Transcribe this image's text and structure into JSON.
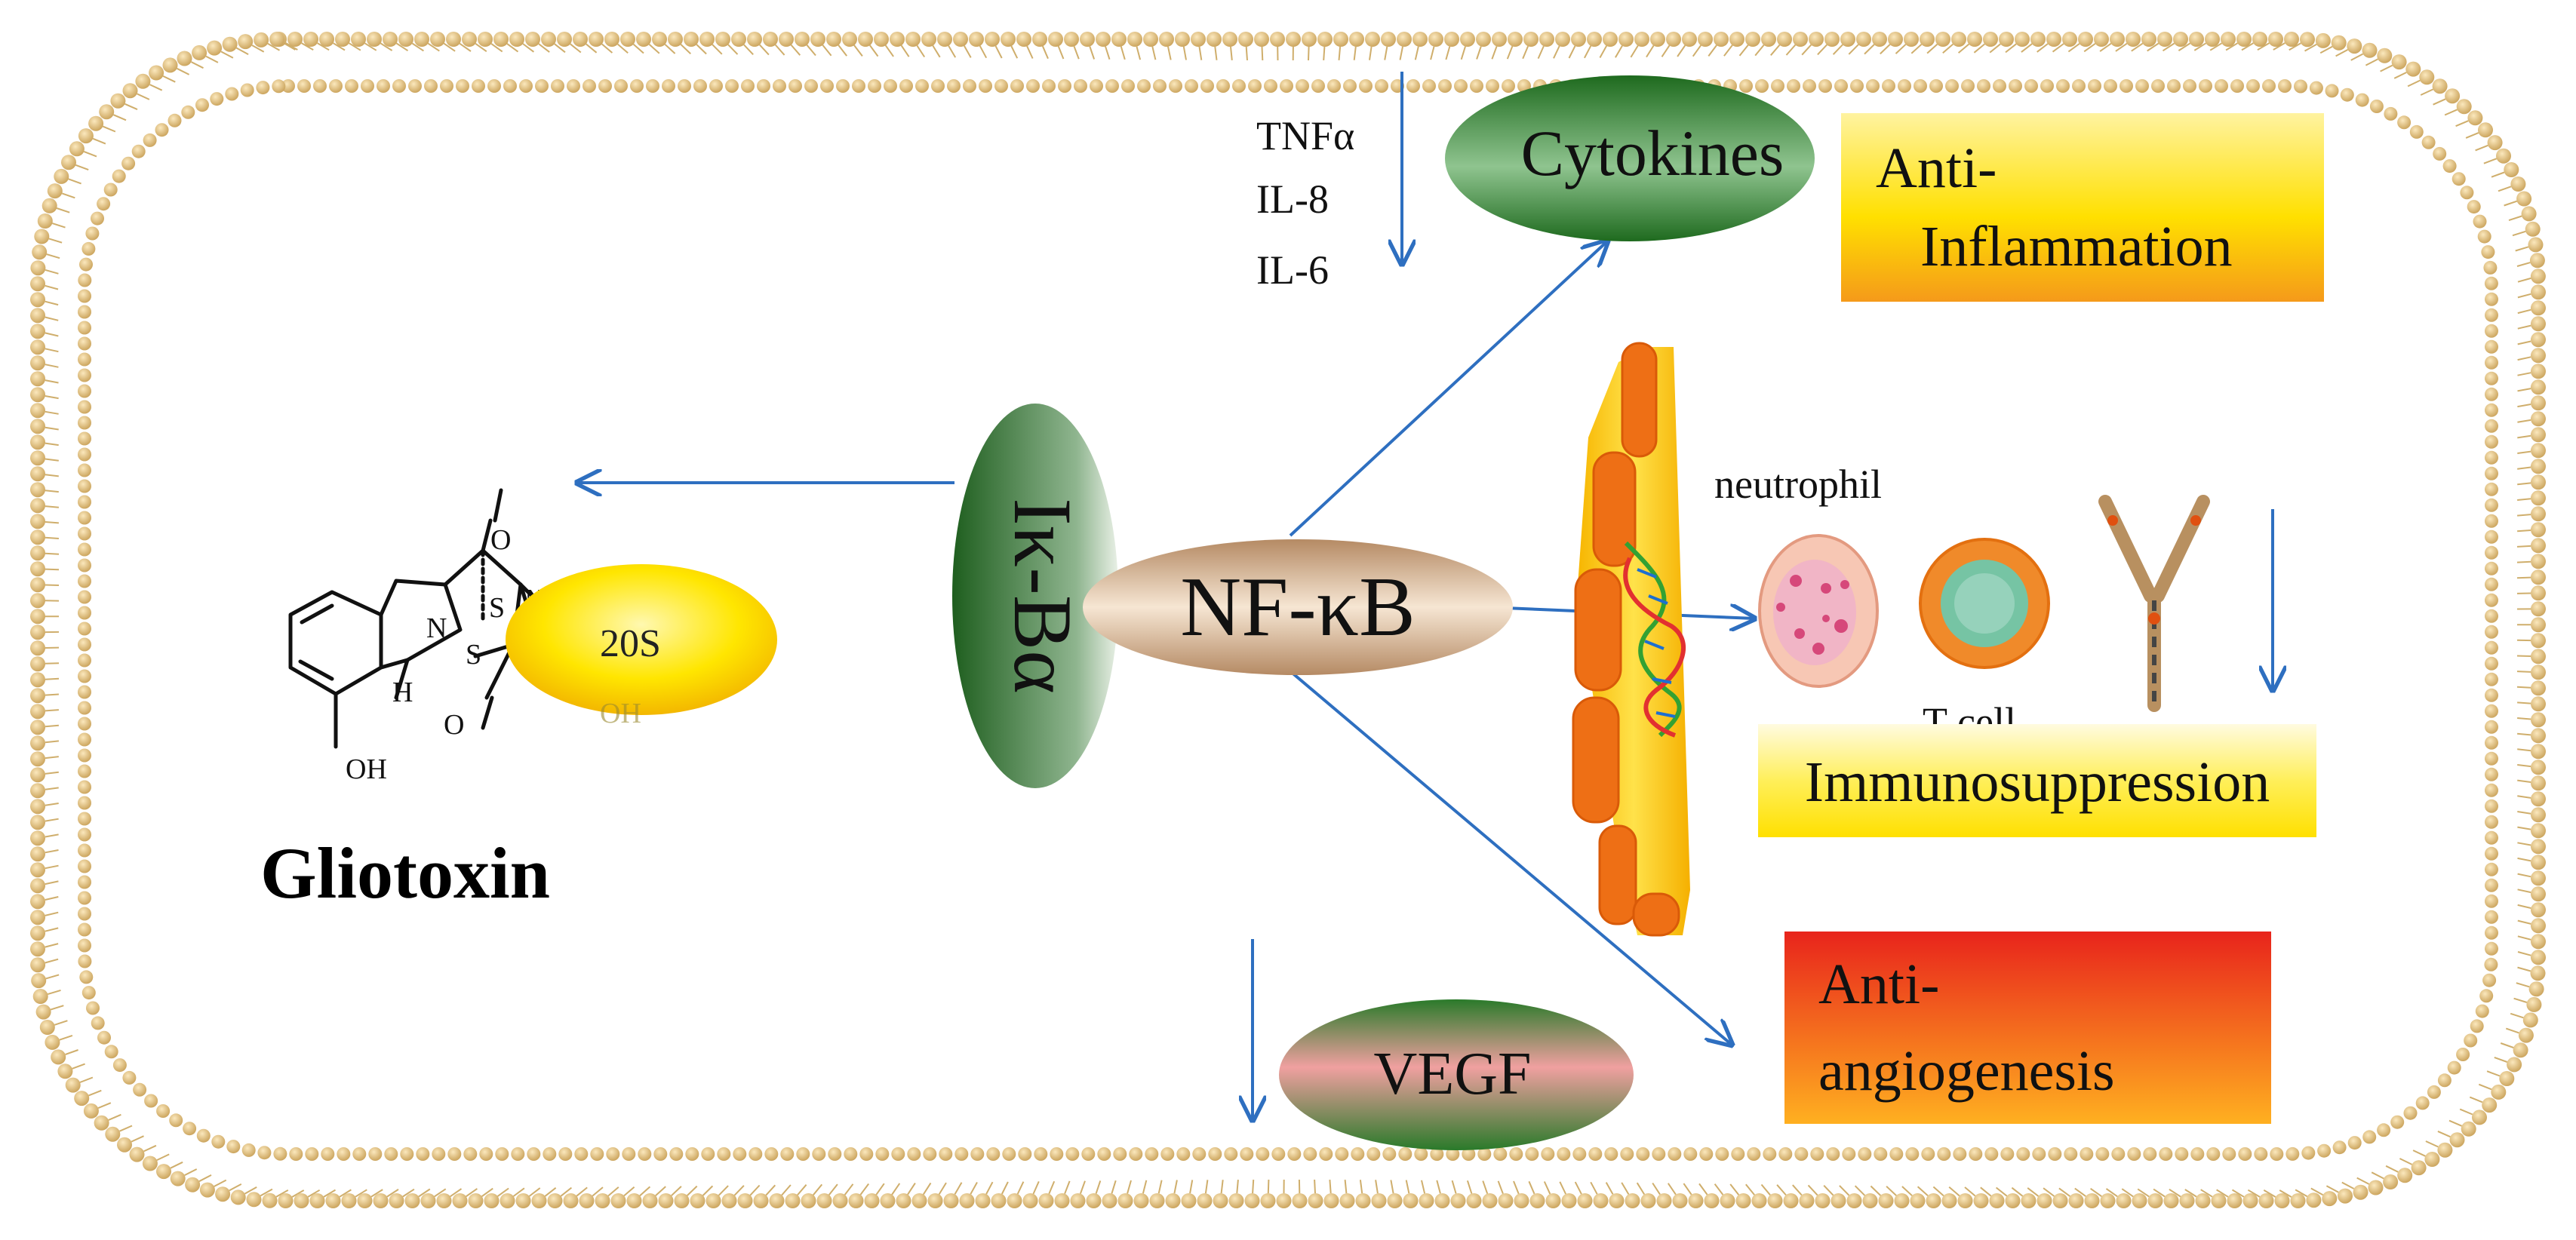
{
  "drug": {
    "name": "Gliotoxin",
    "structure_labels": {
      "oxygen_top": "O",
      "oxygen_bottom": "O",
      "nitrogen_ring": "N",
      "nitrogen_methyl": "N",
      "sulfur_top": "S",
      "sulfur_bottom": "S",
      "hydrogen": "H",
      "hydroxyl_ring": "OH",
      "hydroxyl_chain": "OH"
    }
  },
  "proteasome": {
    "label": "20S"
  },
  "ikb": {
    "label": "Iκ-Bα"
  },
  "nfkb": {
    "label": "NF-κB"
  },
  "cytokines": {
    "label": "Cytokines",
    "list": [
      "TNFα",
      "IL-8",
      "IL-6"
    ]
  },
  "effects": {
    "anti_inflammation": {
      "line1": "Anti-",
      "line2": "Inflammation"
    },
    "immunosuppression": {
      "label": "Immunosuppression"
    },
    "anti_angiogenesis": {
      "line1": "Anti-",
      "line2": "angiogenesis"
    }
  },
  "cells": {
    "neutrophil": "neutrophil",
    "t_cell": "T-cell"
  },
  "vegf": {
    "label": "VEGF"
  },
  "colors": {
    "arrow": "#2e6fc0",
    "membrane_bead": "#e3c27e",
    "green_dark": "#2f7a2f",
    "tan": "#c9a98a",
    "yellow": "#ffe600",
    "orange": "#f7a21a",
    "red": "#e8281e"
  }
}
